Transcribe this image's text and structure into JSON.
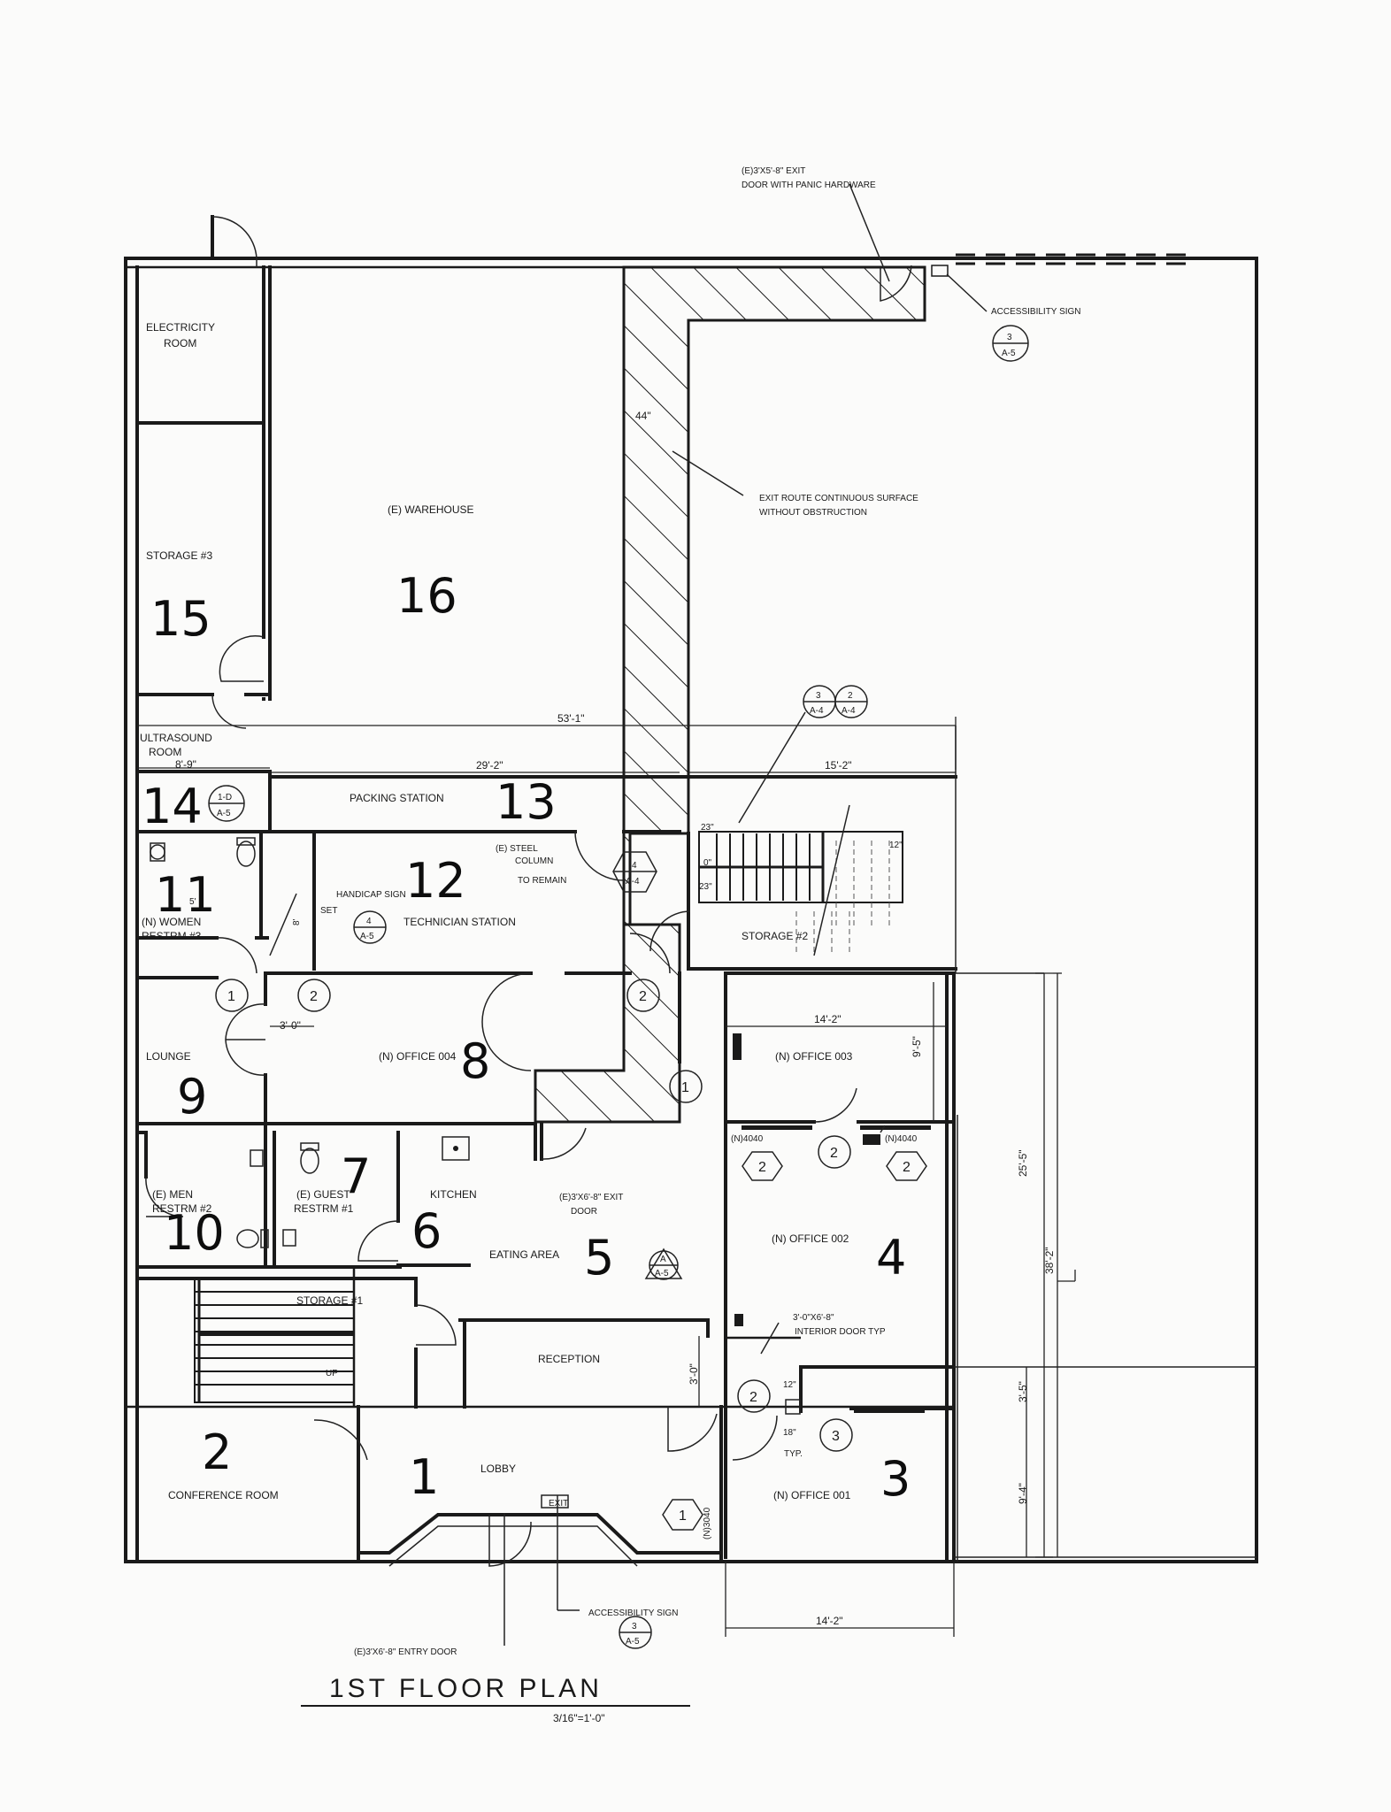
{
  "title": "1ST FLOOR PLAN",
  "scale": "3/16\"=1'-0\"",
  "rooms": [
    {
      "name": "ELECTRICITY",
      "name2": "ROOM"
    },
    {
      "name": "STORAGE #3"
    },
    {
      "name": "(E) WAREHOUSE"
    },
    {
      "name": "ULTRASOUND",
      "name2": "ROOM"
    },
    {
      "name": "PACKING STATION"
    },
    {
      "name": "TECHNICIAN STATION"
    },
    {
      "name": "(N) WOMEN",
      "name2": "RESTRM #3"
    },
    {
      "name": "STORAGE #2"
    },
    {
      "name": "LOUNGE"
    },
    {
      "name": "(N) OFFICE 004"
    },
    {
      "name": "(N) OFFICE 003"
    },
    {
      "name": "(E) MEN",
      "name2": "RESTRM #2"
    },
    {
      "name": "(E) GUEST",
      "name2": "RESTRM #1"
    },
    {
      "name": "KITCHEN"
    },
    {
      "name": "EATING AREA"
    },
    {
      "name": "(N) OFFICE 002"
    },
    {
      "name": "STORAGE #1"
    },
    {
      "name": "RECEPTION"
    },
    {
      "name": "UP"
    },
    {
      "name": "CONFERENCE ROOM"
    },
    {
      "name": "LOBBY"
    },
    {
      "name": "(N) OFFICE 001"
    }
  ],
  "room_numbers": [
    "1",
    "2",
    "3",
    "4",
    "5",
    "6",
    "7",
    "8",
    "9",
    "10",
    "11",
    "12",
    "13",
    "14",
    "15",
    "16"
  ],
  "notes": {
    "exit_door_1": "(E)3'X5'-8\" EXIT",
    "exit_door_2": "DOOR WITH PANIC HARDWARE",
    "access_sign_top": "ACCESSIBILITY SIGN",
    "exit_route_1": "EXIT ROUTE CONTINUOUS SURFACE",
    "exit_route_2": "WITHOUT OBSTRUCTION",
    "steel_1": "(E) STEEL",
    "steel_2": "COLUMN",
    "steel_3": "TO REMAIN",
    "handicap_1": "HANDICAP SIGN",
    "handicap_2": "SET",
    "kitchen_exit_1": "(E)3'X6'-8\" EXIT",
    "kitchen_exit_2": "DOOR",
    "int_door_1": "3'-0\"X6'-8\"",
    "int_door_2": "INTERIOR DOOR TYP",
    "access_sign_bottom": "ACCESSIBILITY SIGN",
    "entry_door": "(E)3'X6'-8\" ENTRY DOOR",
    "window_1": "(N)4040",
    "window_2": "(N)4040",
    "window_3": "(N)3040",
    "typ": "TYP.",
    "exit_sign": "EXIT"
  },
  "dimensions": {
    "d53": "53'-1\"",
    "d29": "29'-2\"",
    "d15": "15'-2\"",
    "d8_9": "8'-9\"",
    "d44": "44\"",
    "d14_top": "14'-2\"",
    "d14_bot": "14'-2\"",
    "d9_5": "9'-5\"",
    "d25_5": "25'-5\"",
    "d38_2": "38'-2\"",
    "d3_5": "3'-5\"",
    "d9_4": "9'-4\"",
    "d3_0a": "3'-0\"",
    "d3_0b": "3'-0\"",
    "d5": "5'",
    "d8": "8'",
    "d12": "12\"",
    "d18": "18\"",
    "d23a": "23\"",
    "d23b": "23\"",
    "d12b": "12\"",
    "d0": "0\""
  },
  "callouts": {
    "c_access_top": [
      "3",
      "A-5"
    ],
    "c_stairs_a": [
      "3",
      "A-4"
    ],
    "c_stairs_b": [
      "2",
      "A-4"
    ],
    "c_women": [
      "1-D",
      "A-5"
    ],
    "c_handicap": [
      "4",
      "A-5"
    ],
    "c_column": [
      "4",
      "A-4"
    ],
    "c_eating": [
      "A",
      "A-5"
    ],
    "c_access_bottom": [
      "3",
      "A-5"
    ]
  },
  "door_tags": [
    "1",
    "2",
    "2",
    "1",
    "2",
    "2",
    "2",
    "2",
    "3",
    "1"
  ]
}
